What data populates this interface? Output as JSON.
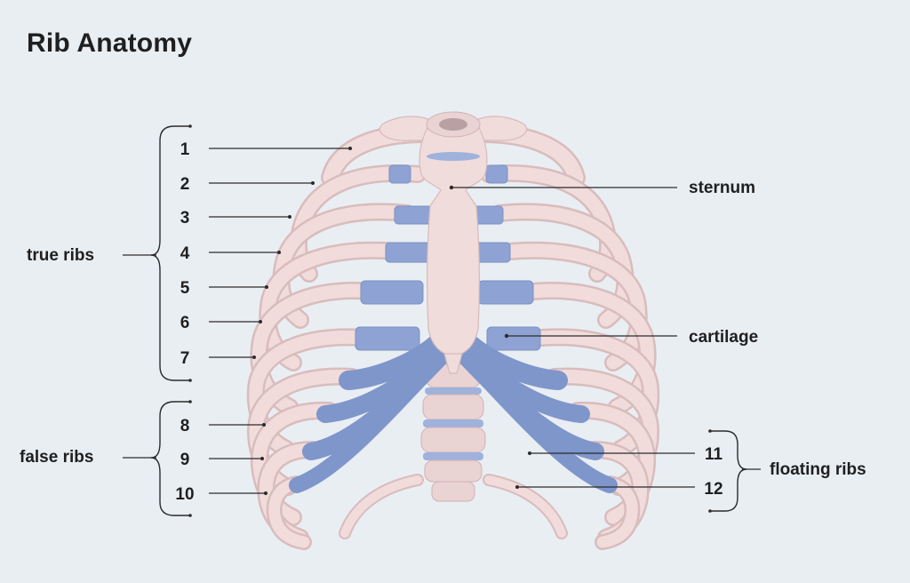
{
  "title": "Rib Anatomy",
  "ribs": [
    {
      "number": "1"
    },
    {
      "number": "2"
    },
    {
      "number": "3"
    },
    {
      "number": "4"
    },
    {
      "number": "5"
    },
    {
      "number": "6"
    },
    {
      "number": "7"
    },
    {
      "number": "8"
    },
    {
      "number": "9"
    },
    {
      "number": "10"
    },
    {
      "number": "11"
    },
    {
      "number": "12"
    }
  ],
  "groups": {
    "true_ribs": "true ribs",
    "false_ribs": "false ribs",
    "floating_ribs": "floating ribs"
  },
  "structures": {
    "sternum": "sternum",
    "cartilage": "cartilage"
  },
  "colors": {
    "bone": "#f0dcdb",
    "cartilage": "#8ea3d3",
    "background": "#e9eef3",
    "text": "#1f1f1f"
  }
}
